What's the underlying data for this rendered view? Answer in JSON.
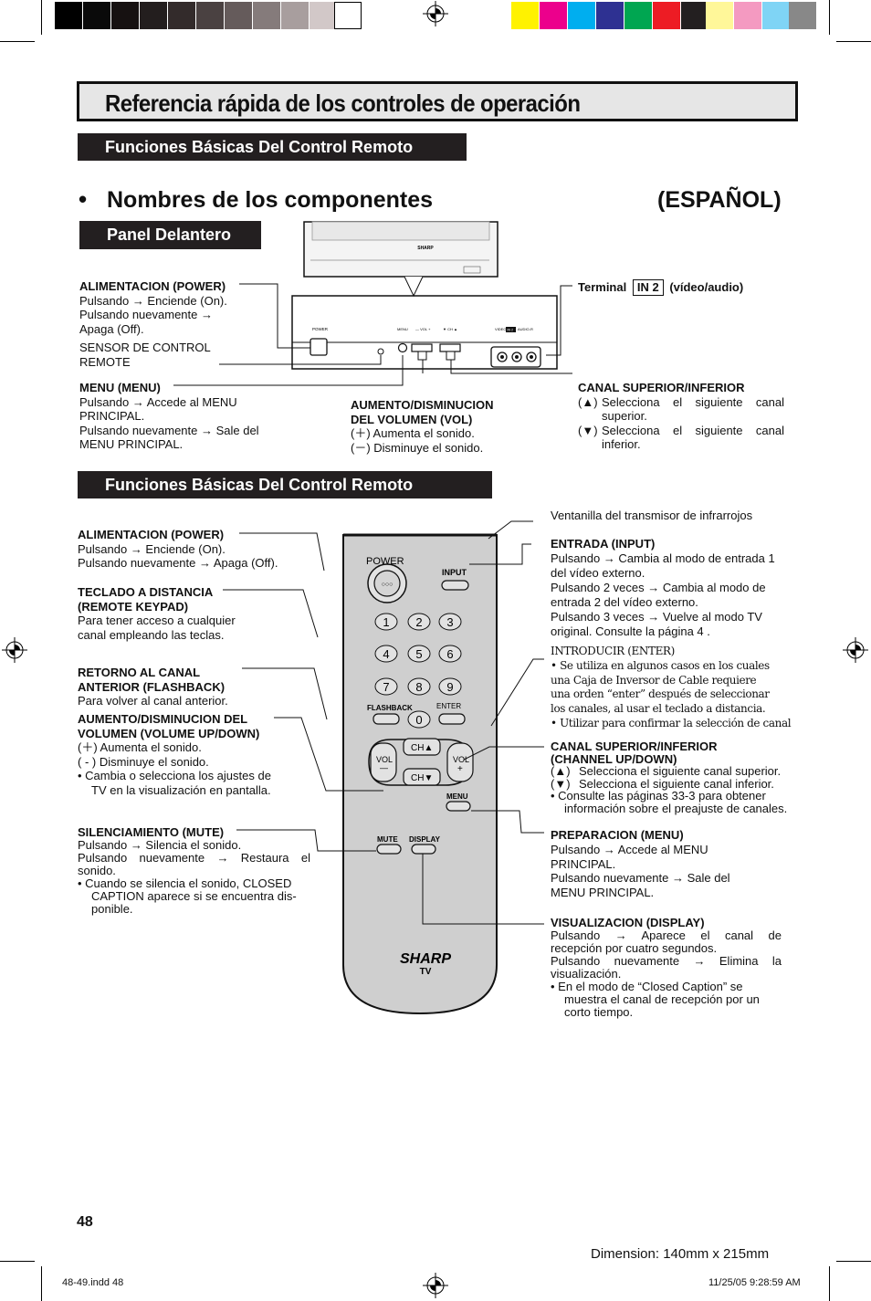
{
  "main_title": "Referencia rápida de los controles de operación",
  "section_bar_1": "Funciones Básicas Del Control Remoto",
  "components_heading": "Nombres de los componentes",
  "language_label": "(ESPAÑOL)",
  "panel_tag": "Panel Delantero",
  "tv": {
    "brand": "SHARP",
    "power_label": "POWER",
    "menu_label": "MENU",
    "vol_label": "— VOL +",
    "ch_label": "▼ CH ▲",
    "video_label": "VIDEO",
    "in2_label": "IN 2",
    "audio_label": "AUDIO-R"
  },
  "front": {
    "power_title": "ALIMENTACION (POWER)",
    "power_l1": "Pulsando → Enciende (On).",
    "power_l2": "Pulsando nuevamente →",
    "power_l3": "Apaga (Off).",
    "sensor_l1": "SENSOR DE CONTROL",
    "sensor_l2": "REMOTE",
    "menu_title": "MENU (MENU)",
    "menu_l1": "Pulsando → Accede al MENU",
    "menu_l2": "PRINCIPAL.",
    "menu_l3": "Pulsando nuevamente → Sale del",
    "menu_l4": "MENU PRINCIPAL.",
    "vol_title1": "AUMENTO/DISMINUCION",
    "vol_title2": "DEL VOLUMEN (VOL)",
    "vol_l1": "(＋) Aumenta el sonido.",
    "vol_l2": "(－) Disminuye el sonido.",
    "terminal_pre": "Terminal",
    "terminal_box": "IN 2",
    "terminal_post": "(vídeo/audio)",
    "ch_title": "CANAL SUPERIOR/INFERIOR",
    "ch_up_sym": "(▲)",
    "ch_up_l1": "Selecciona el siguiente canal",
    "ch_up_l2": "superior.",
    "ch_dn_sym": "(▼)",
    "ch_dn_l1": "Selecciona el siguiente canal",
    "ch_dn_l2": "inferior."
  },
  "section_bar_2": "Funciones Básicas Del Control Remoto",
  "remote": {
    "power_label": "POWER",
    "input_label": "INPUT",
    "keys": [
      "1",
      "2",
      "3",
      "4",
      "5",
      "6",
      "7",
      "8",
      "9",
      "0"
    ],
    "flashback_label": "FLASHBACK",
    "enter_label": "ENTER",
    "vol_label": "VOL",
    "minus": "—",
    "plus": "+",
    "ch_up": "CH▲",
    "ch_dn": "CH▼",
    "menu_label": "MENU",
    "mute_label": "MUTE",
    "display_label": "DISPLAY",
    "brand": "SHARP",
    "brand_sub": "TV"
  },
  "left": {
    "power_title": "ALIMENTACION (POWER)",
    "power_l1": "Pulsando → Enciende (On).",
    "power_l2": "Pulsando nuevamente → Apaga (Off).",
    "keypad_title1": "TECLADO A DISTANCIA",
    "keypad_title2": "(REMOTE KEYPAD)",
    "keypad_l1": "Para tener acceso a cualquier",
    "keypad_l2": "canal  empleando las teclas.",
    "flash_title1": "RETORNO AL CANAL",
    "flash_title2": "ANTERIOR (FLASHBACK)",
    "flash_l1": "Para volver al canal anterior.",
    "vol_title1": "AUMENTO/DISMINUCION DEL",
    "vol_title2": "VOLUMEN (VOLUME UP/DOWN)",
    "vol_l1": "(＋) Aumenta el sonido.",
    "vol_l2": "( - ) Disminuye el sonido.",
    "vol_l3": "•   Cambia o selecciona los ajustes de",
    "vol_l4": "TV en la visualización en pantalla.",
    "mute_title": "SILENCIAMIENTO (MUTE)",
    "mute_l1": "Pulsando → Silencia el sonido.",
    "mute_l2": "Pulsando nuevamente → Restaura el",
    "mute_l3": "sonido.",
    "mute_l4": "•   Cuando se silencia el sonido, CLOSED",
    "mute_l5": "CAPTION aparece si se encuentra dis-",
    "mute_l6": "ponible."
  },
  "right": {
    "ir_window": "Ventanilla del transmisor de infrarrojos",
    "input_title": "ENTRADA (INPUT)",
    "input_l1": "Pulsando → Cambia al modo de entrada 1",
    "input_l2": "del vídeo externo.",
    "input_l3": "Pulsando 2 veces → Cambia al modo de",
    "input_l4": "entrada 2 del vídeo externo.",
    "input_l5": "Pulsando 3 veces → Vuelve al modo TV",
    "input_l6": "original.  Consulte  la  página  4    .",
    "enter_title": "INTRODUCIR (ENTER)",
    "enter_l1": "• Se utiliza en algunos casos en los cuales",
    "enter_l2": "una Caja de Inversor de Cable requiere",
    "enter_l3": "una orden “enter” después de seleccionar",
    "enter_l4": "los canales, al usar el teclado a distancia.",
    "enter_l5": "• Utilizar para confirmar la selección de canal",
    "ch_title1": "CANAL SUPERIOR/INFERIOR",
    "ch_title2": "(CHANNEL UP/DOWN)",
    "ch_up_sym": "(▲)",
    "ch_up": "Selecciona el siguiente canal superior.",
    "ch_dn_sym": "(▼)",
    "ch_dn": "Selecciona el siguiente canal inferior.",
    "ch_note1": "•   Consulte las páginas 33-3   para obtener",
    "ch_note2": "información sobre el preajuste de canales.",
    "menu_title": "PREPARACION (MENU)",
    "menu_l1": "Pulsando → Accede al MENU",
    "menu_l2": "PRINCIPAL.",
    "menu_l3": "Pulsando nuevamente → Sale del",
    "menu_l4": "MENU PRINCIPAL.",
    "disp_title": "VISUALIZACION (DISPLAY)",
    "disp_l1": "Pulsando  →  Aparece  el  canal  de",
    "disp_l2": "recepción por cuatro segundos.",
    "disp_l3": "Pulsando  nuevamente  →  Elimina  la",
    "disp_l4": "visualización.",
    "disp_l5": "•   En  el  modo  de  “Closed  Caption”  se",
    "disp_l6": "muestra el canal de recepción por un",
    "disp_l7": "corto tiempo."
  },
  "page_number": "48",
  "dimension": "Dimension: 140mm x 215mm",
  "footer_file": "48-49.indd   48",
  "footer_date": "11/25/05   9:28:59 AM"
}
